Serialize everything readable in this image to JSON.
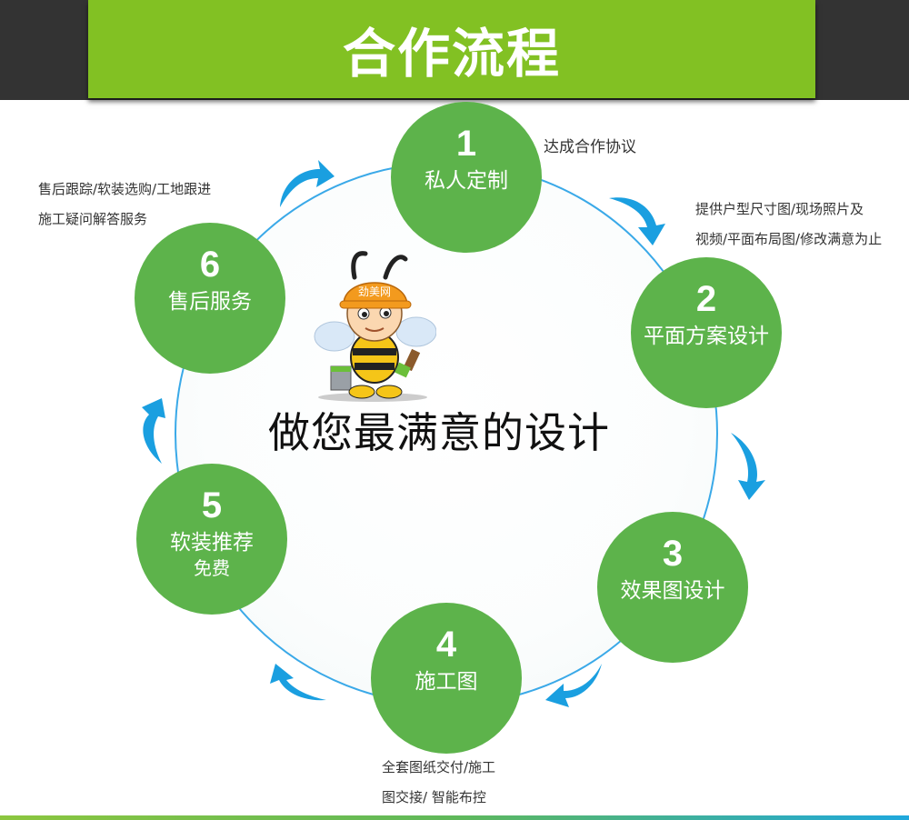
{
  "header": {
    "title": "合作流程",
    "banner_color": "#82c123",
    "bar_color": "#333333"
  },
  "center": {
    "headline": "做您最满意的设计",
    "mascot": {
      "icon": "bee-mascot-icon",
      "helmet_text": "劲美网"
    }
  },
  "steps": [
    {
      "number": "1",
      "label": "私人定制",
      "label2": ""
    },
    {
      "number": "2",
      "label": "平面方案设计",
      "label2": ""
    },
    {
      "number": "3",
      "label": "效果图设计",
      "label2": ""
    },
    {
      "number": "4",
      "label": "施工图",
      "label2": ""
    },
    {
      "number": "5",
      "label": "软装推荐",
      "label2": "免费"
    },
    {
      "number": "6",
      "label": "售后服务",
      "label2": ""
    }
  ],
  "notes": {
    "step1": [
      "达成合作协议"
    ],
    "step2": [
      "提供户型尺寸图/现场照片及",
      "视频/平面布局图/修改满意为止"
    ],
    "step4": [
      "全套图纸交付/施工",
      "图交接/ 智能布控"
    ],
    "step6": [
      "售后跟踪/软装选购/工地跟进",
      "施工疑问解答服务"
    ]
  },
  "colors": {
    "step_circle": "#5db34b",
    "ring": "#3aa9e8",
    "arrow": "#1a9fe0",
    "bottom_gradient": [
      "#8cc63f",
      "#1fa8dd"
    ]
  }
}
